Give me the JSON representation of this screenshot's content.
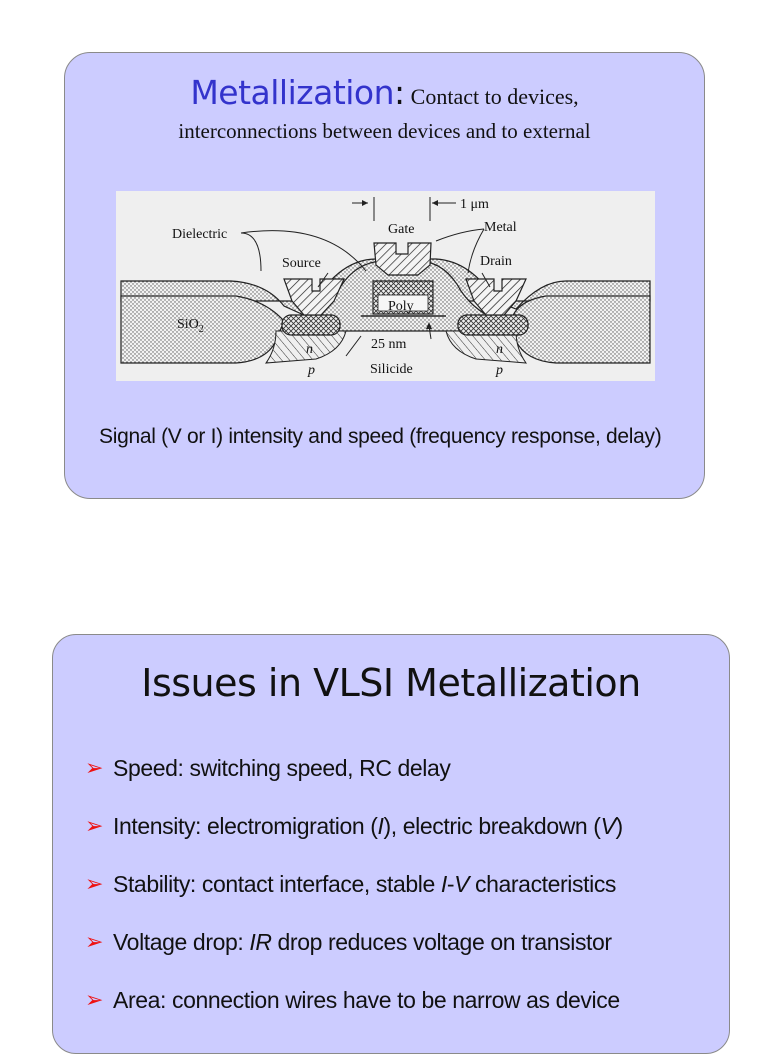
{
  "slide1": {
    "title_main": "Metallization",
    "title_colon": ":",
    "title_rest": " Contact to devices,",
    "title_line2": "interconnections between devices and to external",
    "figure_labels": {
      "gate": "Gate",
      "um": "1 μm",
      "dielectric": "Dielectric",
      "metal": "Metal",
      "source": "Source",
      "drain": "Drain",
      "poly": "Poly",
      "sio2_main": "SiO",
      "sio2_sub": "2",
      "n_left": "n",
      "n_right": "n",
      "nm25": "25 nm",
      "p_left": "p",
      "p_right": "p",
      "silicide": "Silicide"
    },
    "caption": "Signal (V or I) intensity and speed (frequency response, delay)"
  },
  "slide2": {
    "title": "Issues in VLSI Metallization",
    "bullet_icon": "➢",
    "bullets": [
      {
        "parts": [
          "Speed: switching speed, RC delay"
        ]
      },
      {
        "parts": [
          "Intensity: electromigration (",
          "I",
          "), electric breakdown (",
          "V",
          ")"
        ]
      },
      {
        "parts": [
          "Stability: contact interface, stable ",
          "I",
          "-",
          "V",
          " characteristics"
        ]
      },
      {
        "parts": [
          "Voltage drop: ",
          "IR",
          " drop reduces voltage on transistor"
        ]
      },
      {
        "parts": [
          "Area: connection wires have to be narrow as device"
        ]
      }
    ]
  },
  "colors": {
    "slide_bg": "#ccccff",
    "title_accent": "#3333cc",
    "bullet_arrow": "#ee1111"
  },
  "icons": {
    "bullet": "red-arrowhead-icon"
  }
}
